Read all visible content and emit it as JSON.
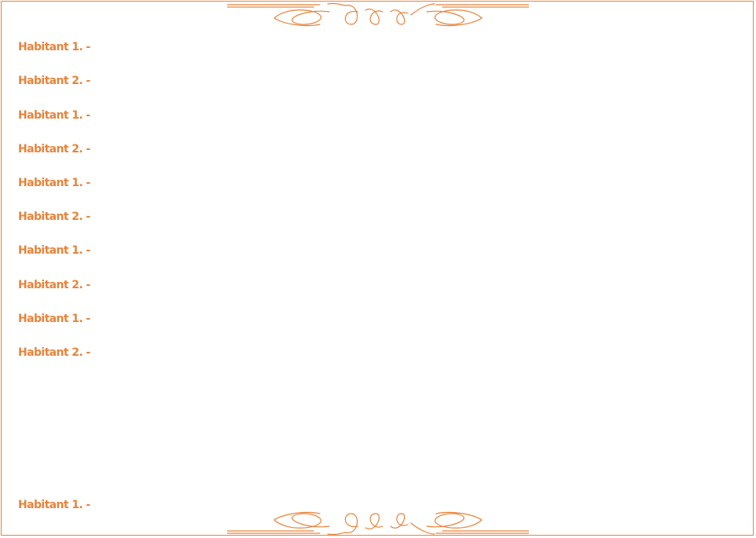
{
  "colors": {
    "accent": "#e8833a"
  },
  "lines": [
    "Habitant 1. -",
    "Habitant 2. -",
    "Habitant 1. -",
    "Habitant 2. -",
    "Habitant 1. -",
    "Habitant 2. -",
    "Habitant 1. -",
    "Habitant 2. -",
    "Habitant 1. -",
    "Habitant 2. -",
    "Habitant 1. -"
  ]
}
